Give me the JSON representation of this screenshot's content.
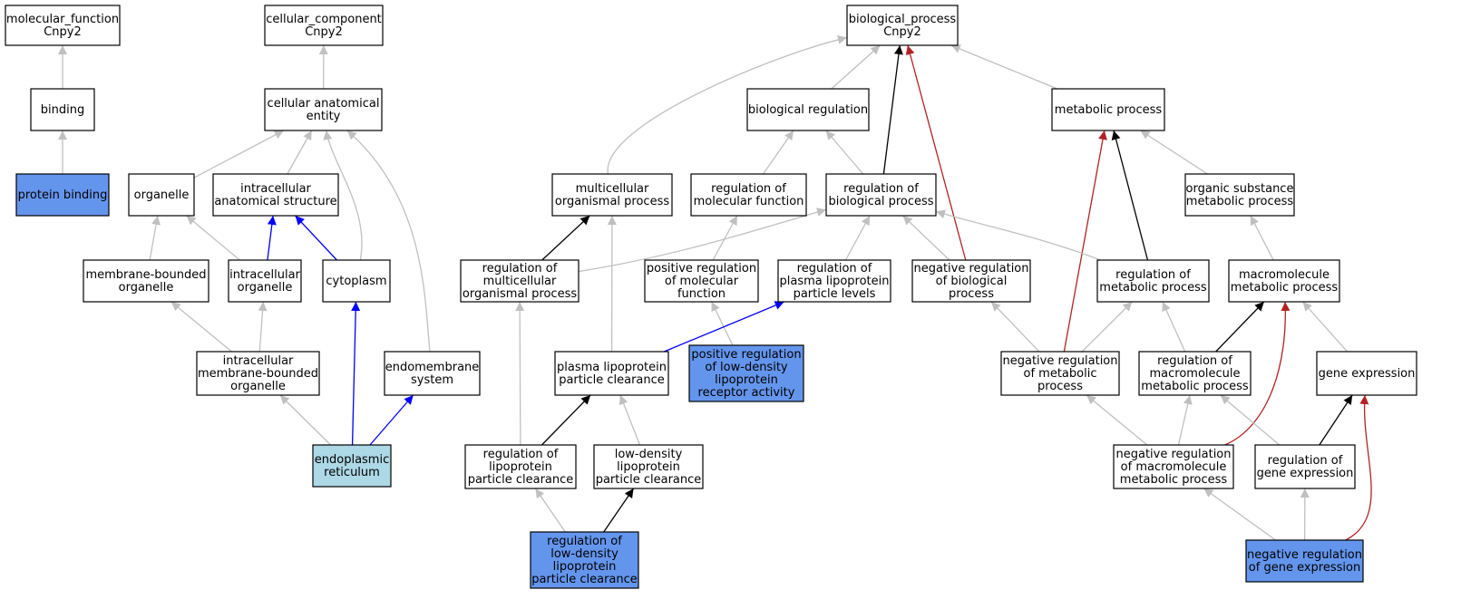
{
  "colors": {
    "default_fill": "#ffffff",
    "query_fill": "#6495ed",
    "highlight_fill": "#add8e6",
    "edge_is_a": "#c0c0c0",
    "edge_part_of": "#0000ff",
    "edge_regulates": "#000000",
    "edge_negatively_regulates": "#b22222"
  },
  "nodes": [
    {
      "id": "mf",
      "lines": [
        "molecular_function",
        "Cnpy2"
      ],
      "fill": "default"
    },
    {
      "id": "binding",
      "lines": [
        "binding"
      ],
      "fill": "default"
    },
    {
      "id": "protein_binding",
      "lines": [
        "protein binding"
      ],
      "fill": "query"
    },
    {
      "id": "cc",
      "lines": [
        "cellular_component",
        "Cnpy2"
      ],
      "fill": "default"
    },
    {
      "id": "cae",
      "lines": [
        "cellular anatomical",
        "entity"
      ],
      "fill": "default"
    },
    {
      "id": "organelle",
      "lines": [
        "organelle"
      ],
      "fill": "default"
    },
    {
      "id": "ias",
      "lines": [
        "intracellular",
        "anatomical structure"
      ],
      "fill": "default"
    },
    {
      "id": "mbo",
      "lines": [
        "membrane-bounded",
        "organelle"
      ],
      "fill": "default"
    },
    {
      "id": "io",
      "lines": [
        "intracellular",
        "organelle"
      ],
      "fill": "default"
    },
    {
      "id": "cytoplasm",
      "lines": [
        "cytoplasm"
      ],
      "fill": "default"
    },
    {
      "id": "imbo",
      "lines": [
        "intracellular",
        "membrane-bounded",
        "organelle"
      ],
      "fill": "default"
    },
    {
      "id": "endomembrane",
      "lines": [
        "endomembrane",
        "system"
      ],
      "fill": "default"
    },
    {
      "id": "er",
      "lines": [
        "endoplasmic",
        "reticulum"
      ],
      "fill": "highlight"
    },
    {
      "id": "bp",
      "lines": [
        "biological_process",
        "Cnpy2"
      ],
      "fill": "default"
    },
    {
      "id": "bio_reg",
      "lines": [
        "biological regulation"
      ],
      "fill": "default"
    },
    {
      "id": "metabolic",
      "lines": [
        "metabolic process"
      ],
      "fill": "default"
    },
    {
      "id": "multicell",
      "lines": [
        "multicellular",
        "organismal process"
      ],
      "fill": "default"
    },
    {
      "id": "reg_mf",
      "lines": [
        "regulation of",
        "molecular function"
      ],
      "fill": "default"
    },
    {
      "id": "reg_bp",
      "lines": [
        "regulation of",
        "biological process"
      ],
      "fill": "default"
    },
    {
      "id": "osmp",
      "lines": [
        "organic substance",
        "metabolic process"
      ],
      "fill": "default"
    },
    {
      "id": "reg_multicell",
      "lines": [
        "regulation of",
        "multicellular",
        "organismal process"
      ],
      "fill": "default"
    },
    {
      "id": "pos_reg_mf",
      "lines": [
        "positive regulation",
        "of molecular",
        "function"
      ],
      "fill": "default"
    },
    {
      "id": "reg_plpl",
      "lines": [
        "regulation of",
        "plasma lipoprotein",
        "particle levels"
      ],
      "fill": "default"
    },
    {
      "id": "neg_reg_bp",
      "lines": [
        "negative regulation",
        "of biological",
        "process"
      ],
      "fill": "default"
    },
    {
      "id": "reg_mp",
      "lines": [
        "regulation of",
        "metabolic process"
      ],
      "fill": "default"
    },
    {
      "id": "mmp",
      "lines": [
        "macromolecule",
        "metabolic process"
      ],
      "fill": "default"
    },
    {
      "id": "plpc",
      "lines": [
        "plasma lipoprotein",
        "particle clearance"
      ],
      "fill": "default"
    },
    {
      "id": "pos_reg_ldl",
      "lines": [
        "positive regulation",
        "of low-density",
        "lipoprotein",
        "receptor activity"
      ],
      "fill": "query"
    },
    {
      "id": "neg_reg_mp",
      "lines": [
        "negative regulation",
        "of metabolic",
        "process"
      ],
      "fill": "default"
    },
    {
      "id": "reg_mmp",
      "lines": [
        "regulation of",
        "macromolecule",
        "metabolic process"
      ],
      "fill": "default"
    },
    {
      "id": "gene_expr",
      "lines": [
        "gene expression"
      ],
      "fill": "default"
    },
    {
      "id": "reg_lpc",
      "lines": [
        "regulation of",
        "lipoprotein",
        "particle clearance"
      ],
      "fill": "default"
    },
    {
      "id": "ldl_lpc",
      "lines": [
        "low-density",
        "lipoprotein",
        "particle clearance"
      ],
      "fill": "default"
    },
    {
      "id": "neg_reg_mmp",
      "lines": [
        "negative regulation",
        "of macromolecule",
        "metabolic process"
      ],
      "fill": "default"
    },
    {
      "id": "reg_ge",
      "lines": [
        "regulation of",
        "gene expression"
      ],
      "fill": "default"
    },
    {
      "id": "reg_ldl_lpc",
      "lines": [
        "regulation of",
        "low-density",
        "lipoprotein",
        "particle clearance"
      ],
      "fill": "query"
    },
    {
      "id": "neg_reg_ge",
      "lines": [
        "negative regulation",
        "of gene expression"
      ],
      "fill": "query"
    }
  ],
  "edges": [
    {
      "from": "binding",
      "to": "mf",
      "type": "is_a"
    },
    {
      "from": "protein_binding",
      "to": "binding",
      "type": "is_a"
    },
    {
      "from": "cae",
      "to": "cc",
      "type": "is_a"
    },
    {
      "from": "organelle",
      "to": "cae",
      "type": "is_a"
    },
    {
      "from": "ias",
      "to": "cae",
      "type": "is_a"
    },
    {
      "from": "cytoplasm",
      "to": "cae",
      "type": "is_a"
    },
    {
      "from": "endomembrane",
      "to": "cae",
      "type": "is_a"
    },
    {
      "from": "mbo",
      "to": "organelle",
      "type": "is_a"
    },
    {
      "from": "io",
      "to": "organelle",
      "type": "is_a"
    },
    {
      "from": "io",
      "to": "ias",
      "type": "part_of"
    },
    {
      "from": "cytoplasm",
      "to": "ias",
      "type": "part_of"
    },
    {
      "from": "imbo",
      "to": "mbo",
      "type": "is_a"
    },
    {
      "from": "imbo",
      "to": "io",
      "type": "is_a"
    },
    {
      "from": "er",
      "to": "imbo",
      "type": "is_a"
    },
    {
      "from": "er",
      "to": "cytoplasm",
      "type": "part_of"
    },
    {
      "from": "er",
      "to": "endomembrane",
      "type": "part_of"
    },
    {
      "from": "multicell",
      "to": "bp",
      "type": "is_a"
    },
    {
      "from": "bio_reg",
      "to": "bp",
      "type": "is_a"
    },
    {
      "from": "reg_bp",
      "to": "bp",
      "type": "regulates"
    },
    {
      "from": "neg_reg_bp",
      "to": "bp",
      "type": "negatively_regulates"
    },
    {
      "from": "metabolic",
      "to": "bp",
      "type": "is_a"
    },
    {
      "from": "reg_mf",
      "to": "bio_reg",
      "type": "is_a"
    },
    {
      "from": "reg_bp",
      "to": "bio_reg",
      "type": "is_a"
    },
    {
      "from": "osmp",
      "to": "metabolic",
      "type": "is_a"
    },
    {
      "from": "reg_mp",
      "to": "metabolic",
      "type": "regulates"
    },
    {
      "from": "neg_reg_mp",
      "to": "metabolic",
      "type": "negatively_regulates"
    },
    {
      "from": "reg_multicell",
      "to": "multicell",
      "type": "regulates"
    },
    {
      "from": "plpc",
      "to": "multicell",
      "type": "is_a"
    },
    {
      "from": "pos_reg_mf",
      "to": "reg_mf",
      "type": "is_a"
    },
    {
      "from": "reg_multicell",
      "to": "reg_bp",
      "type": "is_a"
    },
    {
      "from": "reg_plpl",
      "to": "reg_bp",
      "type": "is_a"
    },
    {
      "from": "neg_reg_bp",
      "to": "reg_bp",
      "type": "is_a"
    },
    {
      "from": "reg_mp",
      "to": "reg_bp",
      "type": "is_a"
    },
    {
      "from": "mmp",
      "to": "osmp",
      "type": "is_a"
    },
    {
      "from": "reg_lpc",
      "to": "reg_multicell",
      "type": "is_a"
    },
    {
      "from": "pos_reg_ldl",
      "to": "pos_reg_mf",
      "type": "is_a"
    },
    {
      "from": "plpc",
      "to": "reg_plpl",
      "type": "part_of"
    },
    {
      "from": "neg_reg_mp",
      "to": "neg_reg_bp",
      "type": "is_a"
    },
    {
      "from": "neg_reg_mp",
      "to": "reg_mp",
      "type": "is_a"
    },
    {
      "from": "reg_mmp",
      "to": "reg_mp",
      "type": "is_a"
    },
    {
      "from": "reg_mmp",
      "to": "mmp",
      "type": "regulates"
    },
    {
      "from": "neg_reg_mmp",
      "to": "mmp",
      "type": "negatively_regulates"
    },
    {
      "from": "gene_expr",
      "to": "mmp",
      "type": "is_a"
    },
    {
      "from": "reg_lpc",
      "to": "plpc",
      "type": "regulates"
    },
    {
      "from": "ldl_lpc",
      "to": "plpc",
      "type": "is_a"
    },
    {
      "from": "neg_reg_mmp",
      "to": "neg_reg_mp",
      "type": "is_a"
    },
    {
      "from": "neg_reg_mmp",
      "to": "reg_mmp",
      "type": "is_a"
    },
    {
      "from": "reg_ge",
      "to": "reg_mmp",
      "type": "is_a"
    },
    {
      "from": "reg_ge",
      "to": "gene_expr",
      "type": "regulates"
    },
    {
      "from": "neg_reg_ge",
      "to": "gene_expr",
      "type": "negatively_regulates"
    },
    {
      "from": "reg_ldl_lpc",
      "to": "reg_lpc",
      "type": "is_a"
    },
    {
      "from": "reg_ldl_lpc",
      "to": "ldl_lpc",
      "type": "regulates"
    },
    {
      "from": "neg_reg_ge",
      "to": "neg_reg_mmp",
      "type": "is_a"
    },
    {
      "from": "neg_reg_ge",
      "to": "reg_ge",
      "type": "is_a"
    }
  ]
}
